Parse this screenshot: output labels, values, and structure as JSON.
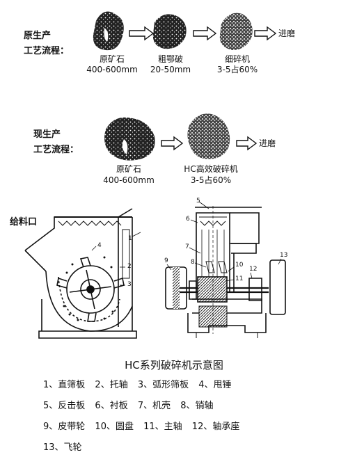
{
  "old_process": {
    "heading_line1": "原生产",
    "heading_line2": "工艺流程：",
    "stages": [
      {
        "name": "原矿石",
        "spec": "400-600mm"
      },
      {
        "name": "粗鄂破",
        "spec": "20-50mm"
      },
      {
        "name": "细碎机",
        "spec": "3-5占60%"
      }
    ],
    "output": "进磨"
  },
  "new_process": {
    "heading_line1": "现生产",
    "heading_line2": "工艺流程：",
    "stages": [
      {
        "name": "原矿石",
        "spec": "400-600mm"
      },
      {
        "name": "HC高效破碎机",
        "spec": "3-5占60%"
      }
    ],
    "output": "进磨"
  },
  "machine": {
    "feed_label": "给料口",
    "part_numbers": [
      "1",
      "2",
      "3",
      "4",
      "5",
      "6",
      "7",
      "8",
      "9",
      "10",
      "11",
      "12",
      "13"
    ],
    "title": "HC系列破碎机示意图"
  },
  "legend": [
    [
      "1、直筛板",
      "2、托轴",
      "3、弧形筛板",
      "4、甩锤"
    ],
    [
      "5、反击板",
      "6、衬板",
      "7、机壳",
      "8、销轴"
    ],
    [
      "9、皮带轮",
      "10、圆盘",
      "11、主轴",
      "12、轴承座"
    ],
    [
      "13、飞轮"
    ]
  ]
}
